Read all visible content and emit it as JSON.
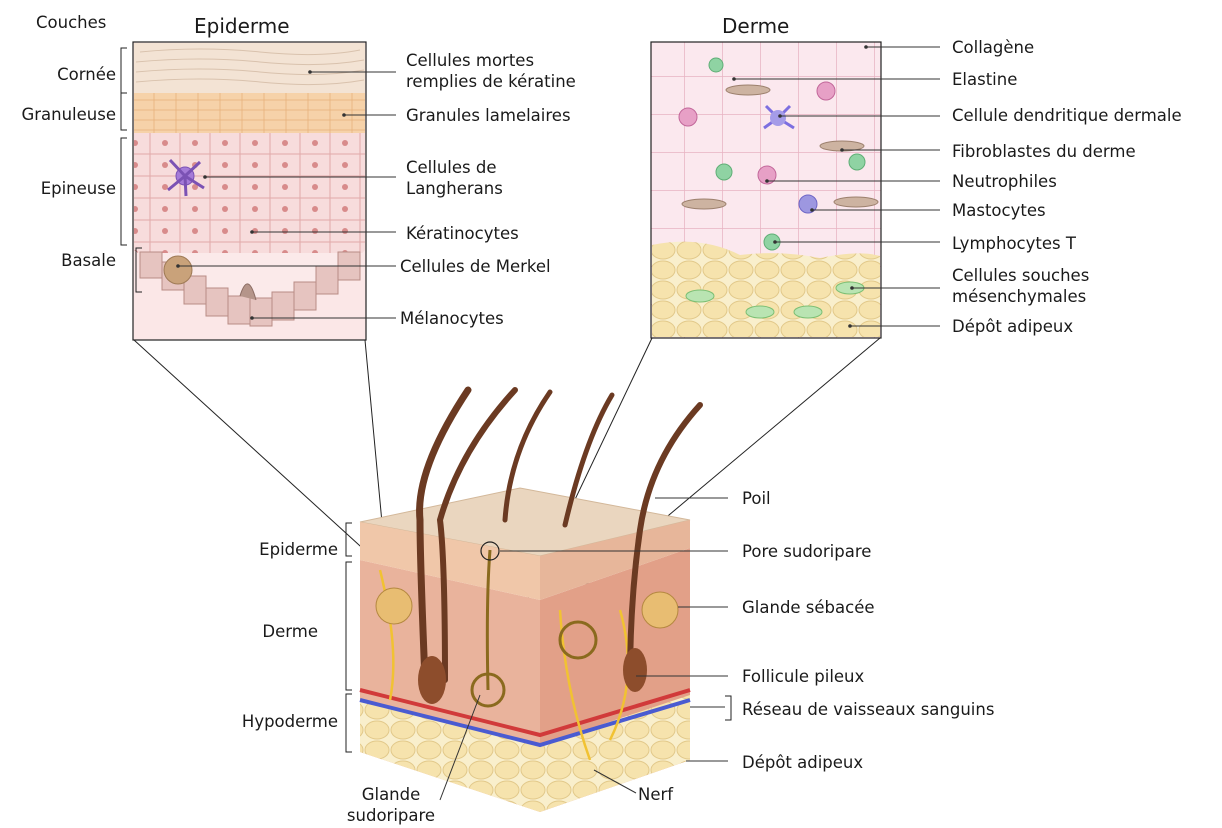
{
  "headers": {
    "layers": "Couches",
    "epidermis": "Epiderme",
    "dermis": "Derme"
  },
  "epidermis_layers": [
    "Cornée",
    "Granuleuse",
    "Epineuse",
    "Basale"
  ],
  "epidermis_labels": [
    "Cellules mortes\nremplies de kératine",
    "Granules lamelaires",
    "Cellules de\nLangherans",
    "Kératinocytes",
    "Cellules de Merkel",
    "Mélanocytes"
  ],
  "dermis_labels": [
    "Collagène",
    "Elastine",
    "Cellule dendritique dermale",
    "Fibroblastes du derme",
    "Neutrophiles",
    "Mastocytes",
    "Lymphocytes T",
    "Cellules souches\nmésenchymales",
    "Dépôt adipeux"
  ],
  "skin_layers": [
    "Epiderme",
    "Derme",
    "Hypoderme"
  ],
  "skin_labels": [
    "Poil",
    "Pore sudoripare",
    "Glande sébacée",
    "Follicule pileux",
    "Réseau de vaisseaux sanguins",
    "Dépôt adipeux",
    "Nerf",
    "Glande\nsudoripare"
  ],
  "colors": {
    "stratum_corneum": "#f3e3d4",
    "stratum_granulosum": "#f6cfa2",
    "stratum_spinosum": "#f7dcdc",
    "dermis_bg": "#fbe8ee",
    "adipose": "#f8ecc4",
    "skin_surface": "#ead6bf",
    "dermis_side": "#e7a98f",
    "hair": "#6b3a22",
    "gland": "#e6b870",
    "nerve": "#f1c232",
    "artery": "#d13a3a",
    "vein": "#4a5bd1"
  }
}
